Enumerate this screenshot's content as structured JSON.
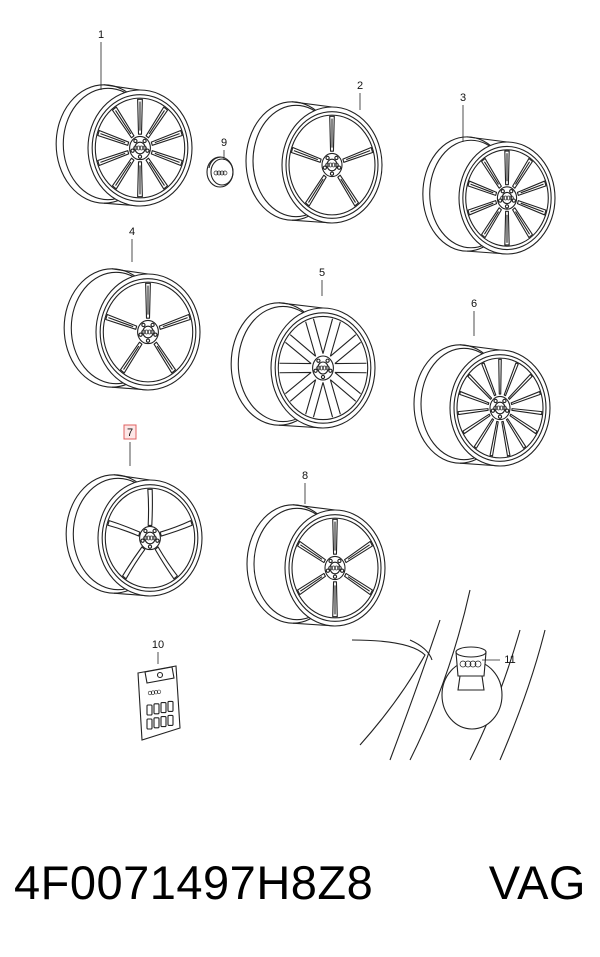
{
  "callouts": [
    {
      "id": "1",
      "label": "1"
    },
    {
      "id": "2",
      "label": "2"
    },
    {
      "id": "3",
      "label": "3"
    },
    {
      "id": "4",
      "label": "4"
    },
    {
      "id": "5",
      "label": "5"
    },
    {
      "id": "6",
      "label": "6"
    },
    {
      "id": "7",
      "label": "7",
      "highlighted": true
    },
    {
      "id": "8",
      "label": "8"
    },
    {
      "id": "9",
      "label": "9"
    },
    {
      "id": "10",
      "label": "10"
    },
    {
      "id": "11",
      "label": "11"
    }
  ],
  "footer": {
    "part_number": "4F0071497H8Z8",
    "brand": "VAG"
  },
  "colors": {
    "line": "#222222",
    "highlight_box_fill": "#fde7e7",
    "highlight_box_stroke": "#e06060"
  },
  "icons": [
    "wheel-icon",
    "center-cap-icon",
    "bolt-kit-icon",
    "valve-cap-icon",
    "four-rings-logo-icon"
  ]
}
